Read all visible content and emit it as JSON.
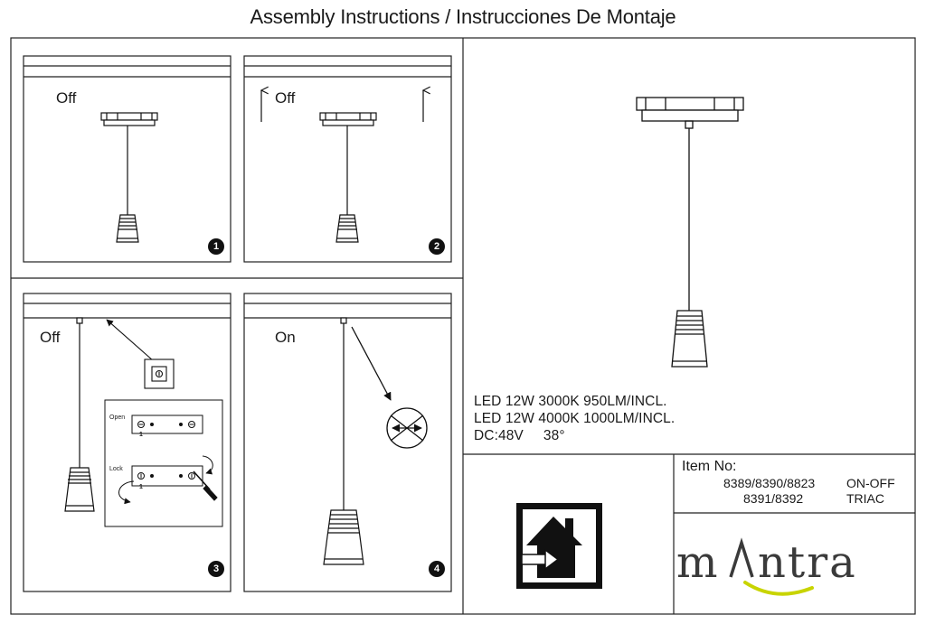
{
  "document": {
    "title": "Assembly Instructions / Instrucciones De Montaje"
  },
  "steps": [
    {
      "number": "1",
      "label": "Off"
    },
    {
      "number": "2",
      "label": "Off"
    },
    {
      "number": "3",
      "label": "Off",
      "open_label": "Open",
      "lock_label": "Lock",
      "slot_number": "1"
    },
    {
      "number": "4",
      "label": "On"
    }
  ],
  "specs": {
    "line1": "LED 12W 3000K 950LM/INCL.",
    "line2": "LED 12W 4000K 1000LM/INCL.",
    "line3": "DC:48V     38°"
  },
  "item": {
    "title": "Item No:",
    "rows": [
      {
        "code": "8389/8390/8823",
        "type": "ON-OFF"
      },
      {
        "code": "8391/8392",
        "type": "TRIAC"
      }
    ]
  },
  "icons": {
    "indoor_use": "indoor-use-house-icon",
    "no_adjust": "no-adjustment-icon"
  },
  "brand": {
    "name": "mantra",
    "text_color": "#3a3a3a",
    "accent_color": "#c8d400"
  }
}
